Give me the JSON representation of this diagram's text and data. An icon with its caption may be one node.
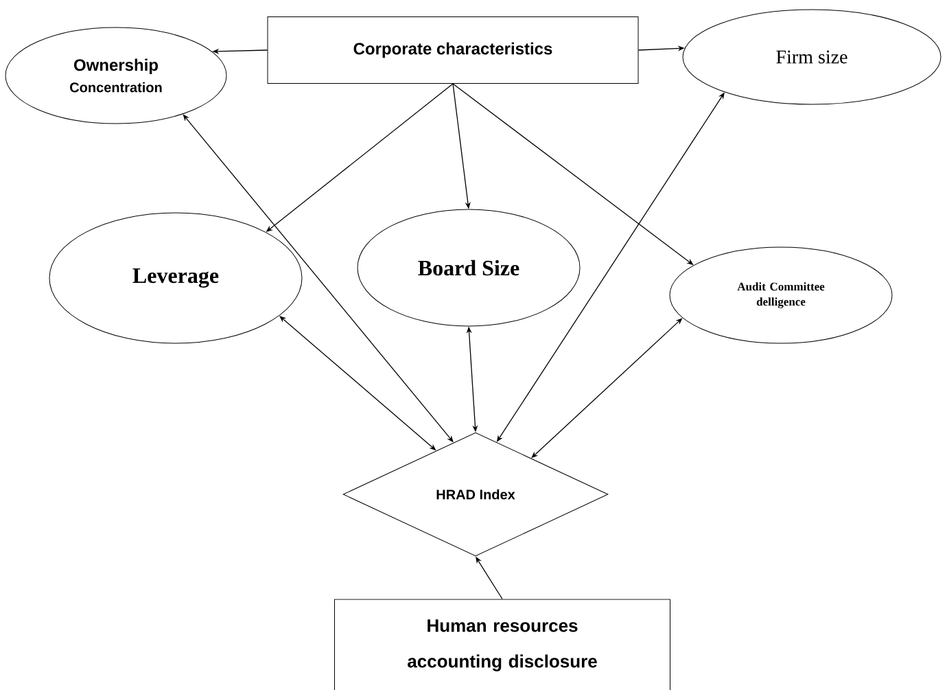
{
  "diagram": {
    "nodes": [
      {
        "text": [
          "Corporate characteristics"
        ]
      },
      {
        "text": [
          "Ownership",
          "Concentration"
        ]
      },
      {
        "text": [
          "Firm size"
        ]
      },
      {
        "text": [
          "Leverage"
        ]
      },
      {
        "text": [
          "Board Size"
        ]
      },
      {
        "text": [
          "Audit Committee delligence"
        ]
      },
      {
        "text": [
          "HRAD Index"
        ]
      },
      {
        "text": [
          "Human resources accounting disclosure"
        ]
      }
    ],
    "edges": [
      {
        "from": 0,
        "to": 1,
        "arrow": "to"
      },
      {
        "from": 0,
        "to": 2,
        "arrow": "to"
      },
      {
        "from": 0,
        "to": 3,
        "arrow": "to"
      },
      {
        "from": 0,
        "to": 4,
        "arrow": "to"
      },
      {
        "from": 0,
        "to": 5,
        "arrow": "to"
      },
      {
        "from": 1,
        "to": 6,
        "arrow": "both"
      },
      {
        "from": 2,
        "to": 6,
        "arrow": "both"
      },
      {
        "from": 3,
        "to": 6,
        "arrow": "both"
      },
      {
        "from": 4,
        "to": 6,
        "arrow": "both"
      },
      {
        "from": 5,
        "to": 6,
        "arrow": "both"
      },
      {
        "from": 7,
        "to": 6,
        "arrow": "to"
      }
    ]
  }
}
